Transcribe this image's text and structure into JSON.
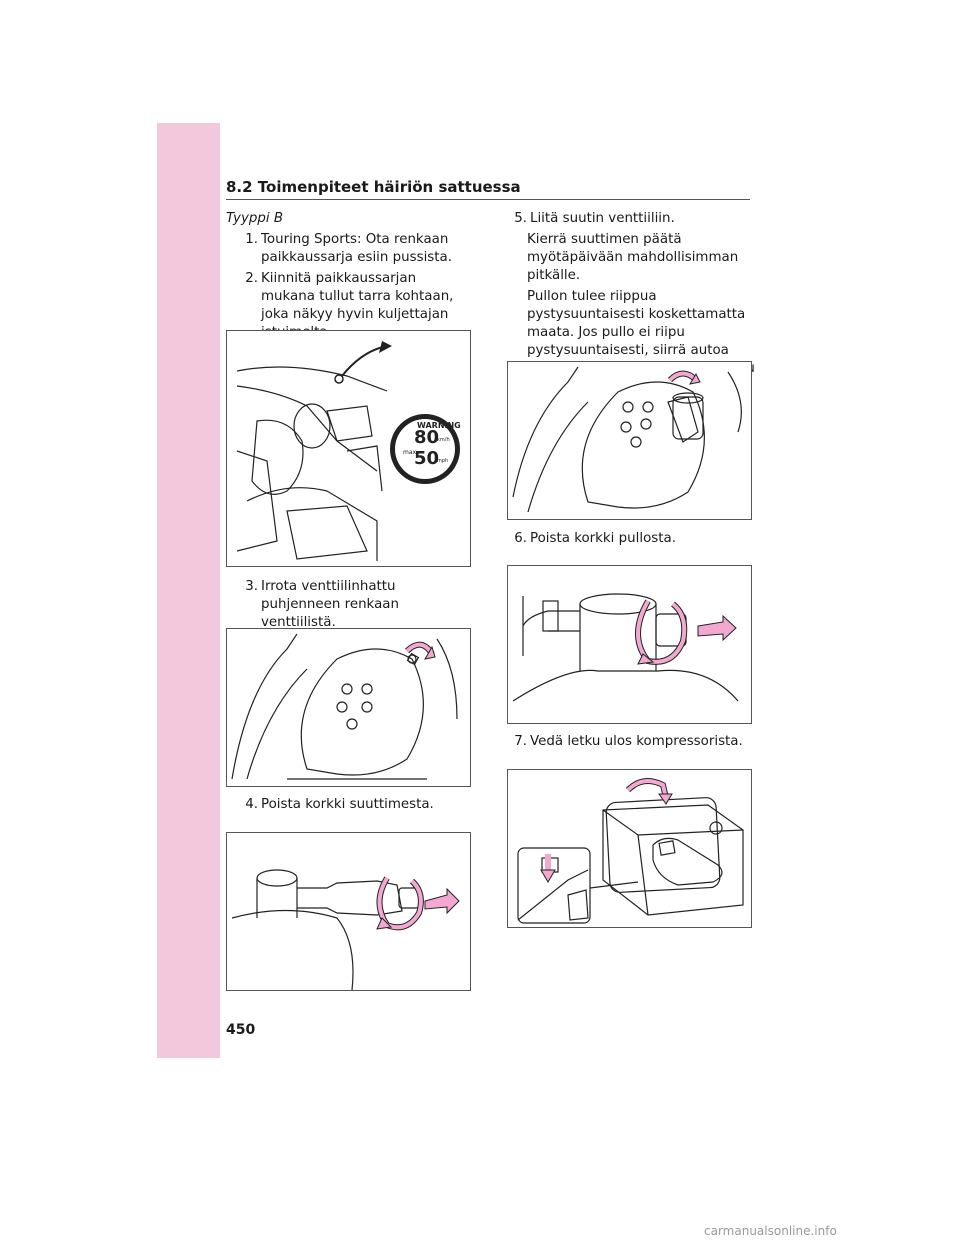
{
  "header": {
    "section": "8.2 Toimenpiteet häiriön sattuessa"
  },
  "left": {
    "type_label": "Tyyppi B",
    "steps": [
      {
        "num": "1.",
        "text": "Touring Sports: Ota renkaan paikkaussarja esiin pussista."
      },
      {
        "num": "2.",
        "text": "Kiinnitä paikkaussarjan mukana tullut tarra kohtaan, joka näkyy hyvin kuljettajan istuimelta."
      },
      {
        "num": "3.",
        "text": "Irrota venttiilinhattu puhjenneen renkaan venttiilistä."
      },
      {
        "num": "4.",
        "text": "Poista korkki suuttimesta."
      }
    ]
  },
  "right": {
    "steps": [
      {
        "num": "5.",
        "text": "Liitä suutin venttiiliin."
      },
      {
        "num": "6.",
        "text": "Poista korkki pullosta."
      },
      {
        "num": "7.",
        "text": "Vedä letku ulos kompressorista."
      }
    ],
    "step5_notes": [
      "Kierrä suuttimen päätä myötäpäivään mahdollisimman pitkälle.",
      "Pullon tulee riippua pystysuuntaisesti koskettamatta maata. Jos pullo ei riipu pystysuuntaisesti, siirrä autoa niin, että renkaan venttiili asettuu oikein."
    ]
  },
  "sticker": {
    "top_text": "WARNING",
    "speed_1": "80",
    "speed_2": "50",
    "unit_1": "km/h",
    "unit_2": "mph",
    "max_label": "max."
  },
  "footer": {
    "page_number": "450",
    "watermark": "carmanualsonline.info"
  },
  "colors": {
    "side_band": "#f3c7dc",
    "arrow_pink": "#f2a8d0",
    "ink": "#1a1a1a"
  }
}
